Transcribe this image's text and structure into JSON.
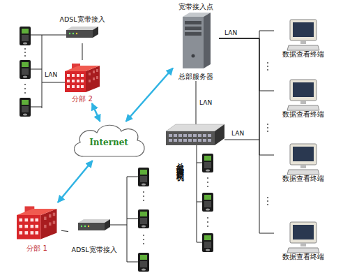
{
  "diagram": {
    "nodes": [
      {
        "text": [
          "分部 2"
        ]
      },
      {
        "text": [
          "ADSL宽带接入"
        ]
      },
      {
        "text": [
          "Internet"
        ]
      },
      {
        "text": [
          "宽带接入点",
          "总部服务器"
        ]
      },
      {
        "text": [
          "数据查看终端"
        ]
      },
      {
        "text": [
          "数据查看终端"
        ]
      },
      {
        "text": [
          "数据查看终端"
        ]
      },
      {
        "text": [
          "数据查看终端"
        ]
      },
      {
        "text": [
          "分部 1"
        ]
      },
      {
        "text": [
          "ADSL宽带接入"
        ]
      }
    ],
    "edges": [
      {
        "from": 0,
        "to": 2,
        "arrow": "both"
      },
      {
        "from": 2,
        "to": 3,
        "arrow": "both"
      },
      {
        "from": 2,
        "to": 8,
        "arrow": "both"
      },
      {
        "from": 1,
        "to": 0,
        "arrow": "none"
      },
      {
        "from": 8,
        "to": 9,
        "arrow": "none"
      },
      {
        "from": 3,
        "to": 4,
        "arrow": "none"
      },
      {
        "from": 3,
        "to": 5,
        "arrow": "none"
      },
      {
        "from": 3,
        "to": 6,
        "arrow": "none"
      },
      {
        "from": 3,
        "to": 7,
        "arrow": "none"
      }
    ],
    "labels": [
      "LAN",
      "LAN",
      "LAN",
      "LAN",
      "总部内考勤机"
    ]
  }
}
